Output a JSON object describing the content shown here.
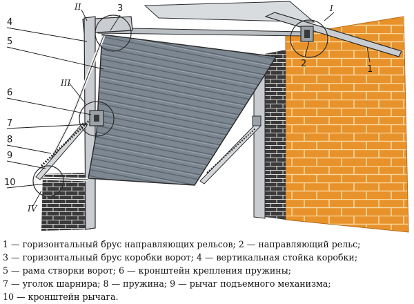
{
  "diagram": {
    "labels": {
      "num1": "1",
      "num2": "2",
      "num3": "3",
      "num4": "4",
      "num5": "5",
      "num6": "6",
      "num7": "7",
      "num8": "8",
      "num9": "9",
      "num10": "10"
    },
    "views": {
      "I": "I",
      "II": "II",
      "III": "III",
      "IV": "IV"
    }
  },
  "legend": {
    "line1": "1 — горизонтальный брус направляющих рельсов; 2 — направляющий рельс;",
    "line2": "3 — горизонтальный брус коробки ворот; 4 — вертикальная стойка коробки;",
    "line3": "5 — рама створки ворот; 6 — кронштейн крепления пружины;",
    "line4": "7 — уголок шарнира; 8 — пружина; 9 — рычаг подъемного механизма;",
    "line5": "10 — кронштейн рычага."
  },
  "colors": {
    "brick": "#e8922b",
    "mortar": "#f7d79c",
    "panel": "#7d8791",
    "frame": "#c9cdd1",
    "dark": "#2b2b2b"
  }
}
